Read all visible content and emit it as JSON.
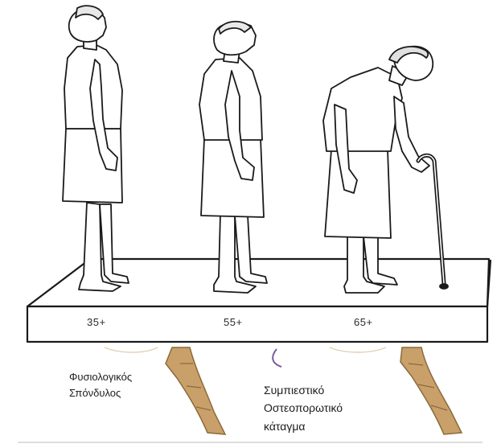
{
  "stages": [
    {
      "age_label": "35+"
    },
    {
      "age_label": "55+"
    },
    {
      "age_label": "65+"
    }
  ],
  "captions": {
    "normal": [
      "Φυσιολογικός",
      "Σπόνδυλος"
    ],
    "osteoporotic": [
      "Συμπιεστικό",
      "Οστεοπορωτικό",
      "κάταγμα"
    ]
  },
  "colors": {
    "line": "#1a1a1a",
    "platform_top": "#ffffff",
    "spine_tan": "#c9a06a",
    "spine_edge": "#8a6a3a",
    "purple_arc": "#7a5a9a"
  }
}
